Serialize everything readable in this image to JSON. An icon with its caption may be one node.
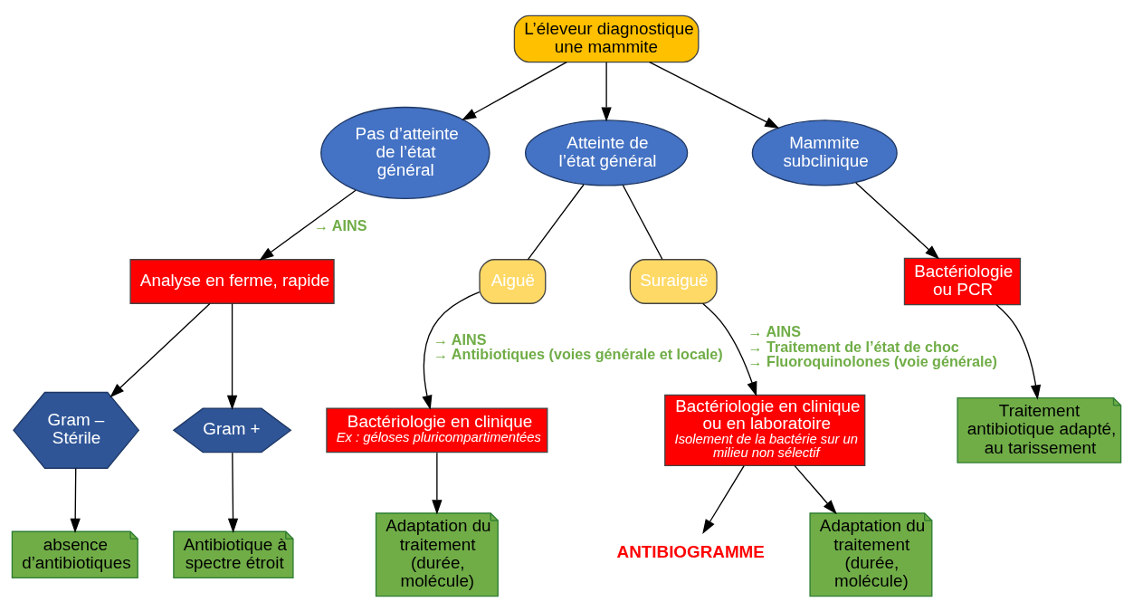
{
  "diagram": {
    "nodes": [
      {
        "text": [
          "L’éleveur diagnostique une mammite"
        ]
      },
      {
        "text": [
          "Pas d’atteinte de l’état général"
        ]
      },
      {
        "text": [
          "Atteinte de l’état général"
        ]
      },
      {
        "text": [
          "Mammite subclinique"
        ]
      },
      {
        "text": [
          "Aiguë"
        ]
      },
      {
        "text": [
          "Suraiguë"
        ]
      },
      {
        "text": [
          "Analyse en ferme, rapide"
        ]
      },
      {
        "text": [
          "Bactériologie en clinique",
          "Ex : géloses pluricompartimentées"
        ]
      },
      {
        "text": [
          "Bactériologie en clinique ou en laboratoire",
          "Isolement de la bactérie sur un milieu non sélectif"
        ]
      },
      {
        "text": [
          "Bactériologie ou PCR"
        ]
      },
      {
        "text": [
          "Gram – Stérile"
        ]
      },
      {
        "text": [
          "Gram +"
        ]
      },
      {
        "text": [
          "ANTIBIOGRAMME"
        ]
      },
      {
        "text": [
          "absence d’antibiotiques"
        ]
      },
      {
        "text": [
          "Antibiotique à spectre étroit"
        ]
      },
      {
        "text": [
          "Adaptation du traitement (durée, molécule)"
        ]
      },
      {
        "text": [
          "Adaptation du traitement (durée, molécule)"
        ]
      },
      {
        "text": [
          "Traitement antibiotique adapté, au tarissement"
        ]
      }
    ],
    "edges": [
      {
        "from": 0,
        "to": 1,
        "arrow": "to"
      },
      {
        "from": 0,
        "to": 2,
        "arrow": "to"
      },
      {
        "from": 0,
        "to": 3,
        "arrow": "to"
      },
      {
        "from": 1,
        "to": 6,
        "arrow": "to",
        "label": "→ AINS"
      },
      {
        "from": 2,
        "to": 4,
        "arrow": "none"
      },
      {
        "from": 2,
        "to": 5,
        "arrow": "none"
      },
      {
        "from": 3,
        "to": 9,
        "arrow": "to"
      },
      {
        "from": 6,
        "to": 10,
        "arrow": "to"
      },
      {
        "from": 6,
        "to": 11,
        "arrow": "to"
      },
      {
        "from": 4,
        "to": 7,
        "arrow": "to",
        "label": "→ AINS → Antibiotiques (voies générale et locale)"
      },
      {
        "from": 5,
        "to": 8,
        "arrow": "to",
        "label": "→ AINS → Traitement de l’état de choc → Fluoroquinolones (voie générale)"
      },
      {
        "from": 10,
        "to": 13,
        "arrow": "to"
      },
      {
        "from": 11,
        "to": 14,
        "arrow": "to"
      },
      {
        "from": 7,
        "to": 15,
        "arrow": "to"
      },
      {
        "from": 8,
        "to": 12,
        "arrow": "to"
      },
      {
        "from": 8,
        "to": 16,
        "arrow": "to"
      },
      {
        "from": 9,
        "to": 17,
        "arrow": "to"
      }
    ]
  }
}
